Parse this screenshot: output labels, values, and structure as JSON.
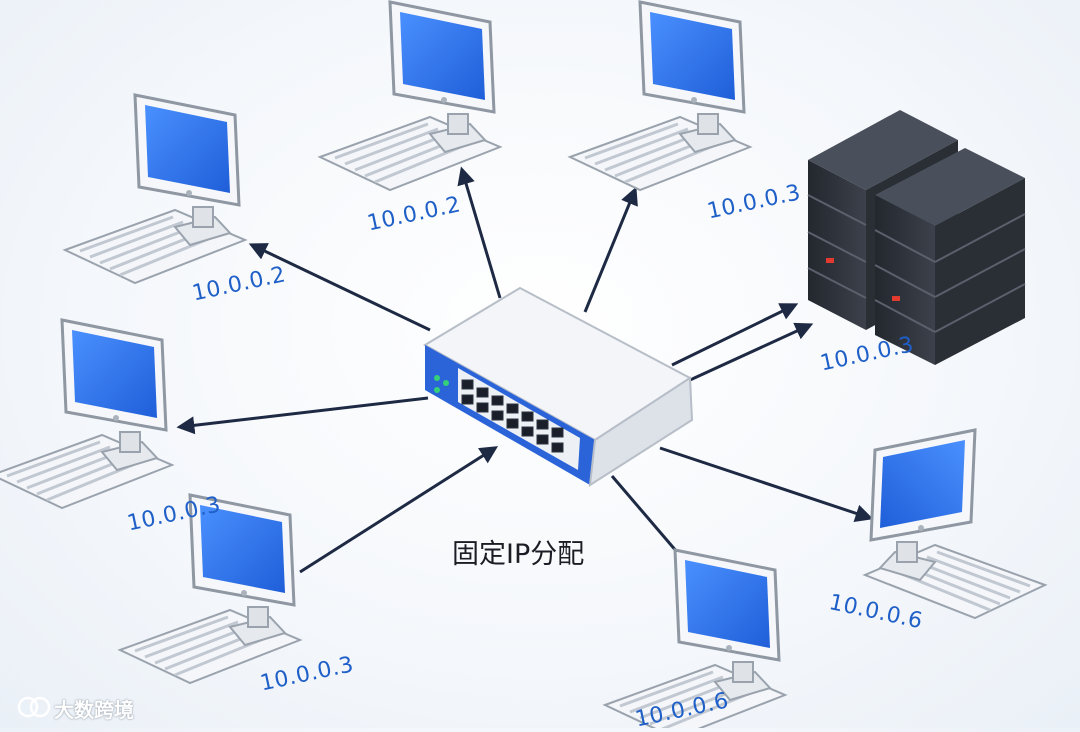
{
  "diagram": {
    "caption": "固定IP分配",
    "watermark": "大数跨境",
    "nodes": [
      {
        "id": "pc-top-left",
        "ip": "10.0.0.2"
      },
      {
        "id": "pc-top-center",
        "ip": "10.0.0.2"
      },
      {
        "id": "pc-top-right",
        "ip": "10.0.0.3"
      },
      {
        "id": "server",
        "ip": "10.0.0.3"
      },
      {
        "id": "pc-mid-left",
        "ip": "10.0.0.3"
      },
      {
        "id": "pc-bottom-left",
        "ip": "10.0.0.3"
      },
      {
        "id": "pc-bottom-center",
        "ip": "10.0.0.6"
      },
      {
        "id": "pc-right",
        "ip": "10.0.0.6"
      }
    ],
    "colors": {
      "arrow": "#1e2a44",
      "screen": "#2f78e6",
      "label": "#1f5fc8",
      "switch_accent": "#2b63d9",
      "server": "#30343c"
    }
  }
}
